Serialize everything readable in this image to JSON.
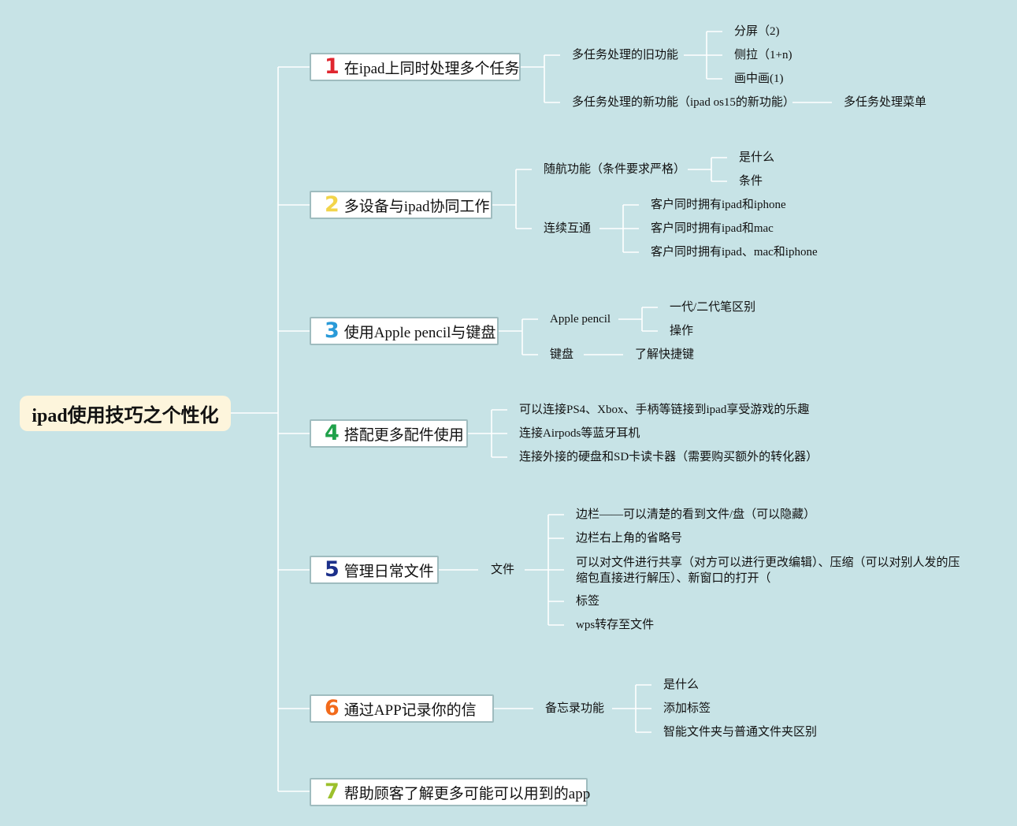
{
  "root": {
    "title": "ipad使用技巧之个性化"
  },
  "topics": [
    {
      "num": "1",
      "num_color": "#e0262f",
      "label": "在ipad上同时处理多个任务"
    },
    {
      "num": "2",
      "num_color": "#f2d44a",
      "label": "多设备与ipad协同工作"
    },
    {
      "num": "3",
      "num_color": "#2a9ad8",
      "label": "使用Apple pencil与键盘"
    },
    {
      "num": "4",
      "num_color": "#1fa14a",
      "label": "搭配更多配件使用"
    },
    {
      "num": "5",
      "num_color": "#1b2f8a",
      "label": "管理日常文件"
    },
    {
      "num": "6",
      "num_color": "#f26a1b",
      "label": "通过APP记录你的信"
    },
    {
      "num": "7",
      "num_color": "#9cc02c",
      "label": "帮助顾客了解更多可能可以用到的app"
    }
  ],
  "t1": {
    "old": "多任务处理的旧功能",
    "old_items": [
      "分屏（2)",
      "侧拉（1+n)",
      "画中画(1)"
    ],
    "new": "多任务处理的新功能（ipad os15的新功能）",
    "new_child": "多任务处理菜单"
  },
  "t2": {
    "handoff": "随航功能（条件要求严格）",
    "handoff_items": [
      "是什么",
      "条件"
    ],
    "continuity": "连续互通",
    "continuity_items": [
      "客户同时拥有ipad和iphone",
      "客户同时拥有ipad和mac",
      "客户同时拥有ipad、mac和iphone"
    ]
  },
  "t3": {
    "pencil": "Apple pencil",
    "pencil_items": [
      "一代/二代笔区别",
      "操作"
    ],
    "keyboard": "键盘",
    "keyboard_child": "了解快捷键"
  },
  "t4": {
    "items": [
      "可以连接PS4、Xbox、手柄等链接到ipad享受游戏的乐趣",
      "连接Airpods等蓝牙耳机",
      "连接外接的硬盘和SD卡读卡器（需要购买额外的转化器）"
    ]
  },
  "t5": {
    "files": "文件",
    "items": [
      "边栏——可以清楚的看到文件/盘（可以隐藏）",
      "边栏右上角的省略号",
      "可以对文件进行共享（对方可以进行更改编辑）、压缩（可以对别人发的压缩包直接进行解压）、新窗口的打开（",
      "标签",
      "wps转存至文件"
    ]
  },
  "t6": {
    "notes": "备忘录功能",
    "items": [
      "是什么",
      "添加标签",
      "智能文件夹与普通文件夹区别"
    ]
  },
  "colors": {
    "background": "#c7e3e6",
    "line": "#ffffff",
    "root_bg": "#fdf5dc"
  }
}
